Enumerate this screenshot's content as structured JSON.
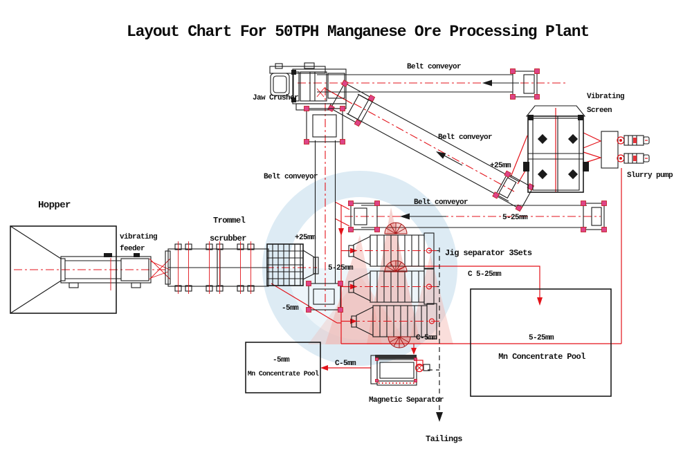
{
  "title": "Layout Chart For 50TPH Manganese Ore Processing Plant",
  "labels": {
    "jaw_crusher": "Jaw Crusher",
    "belt_conveyor": "Belt conveyor",
    "vibrating_screen_line1": "Vibrating",
    "vibrating_screen_line2": "Screen",
    "slurry_pump": "Slurry pump",
    "hopper": "Hopper",
    "vibrating_feeder_line1": "vibrating",
    "vibrating_feeder_line2": "feeder",
    "trommel_line1": "Trommel",
    "trommel_line2": "scrubber",
    "jig_separator": "Jig separator 3Sets",
    "magnetic_separator": "Magnetic Separator",
    "mn_concentrate_pool": "Mn Concentrate Pool",
    "tailings": "Tailings"
  },
  "flow_labels": {
    "plus25": "+25mm",
    "r5_25": "5-25mm",
    "minus5": "-5mm",
    "c5_25": "C 5-25mm",
    "c_minus5": "C-5mm"
  },
  "colors": {
    "line": "#1a1a1a",
    "red": "#e31219",
    "pink": "#dd4488",
    "watermark_blue": "#b9d7ea",
    "watermark_pink": "#f0a8a0"
  }
}
